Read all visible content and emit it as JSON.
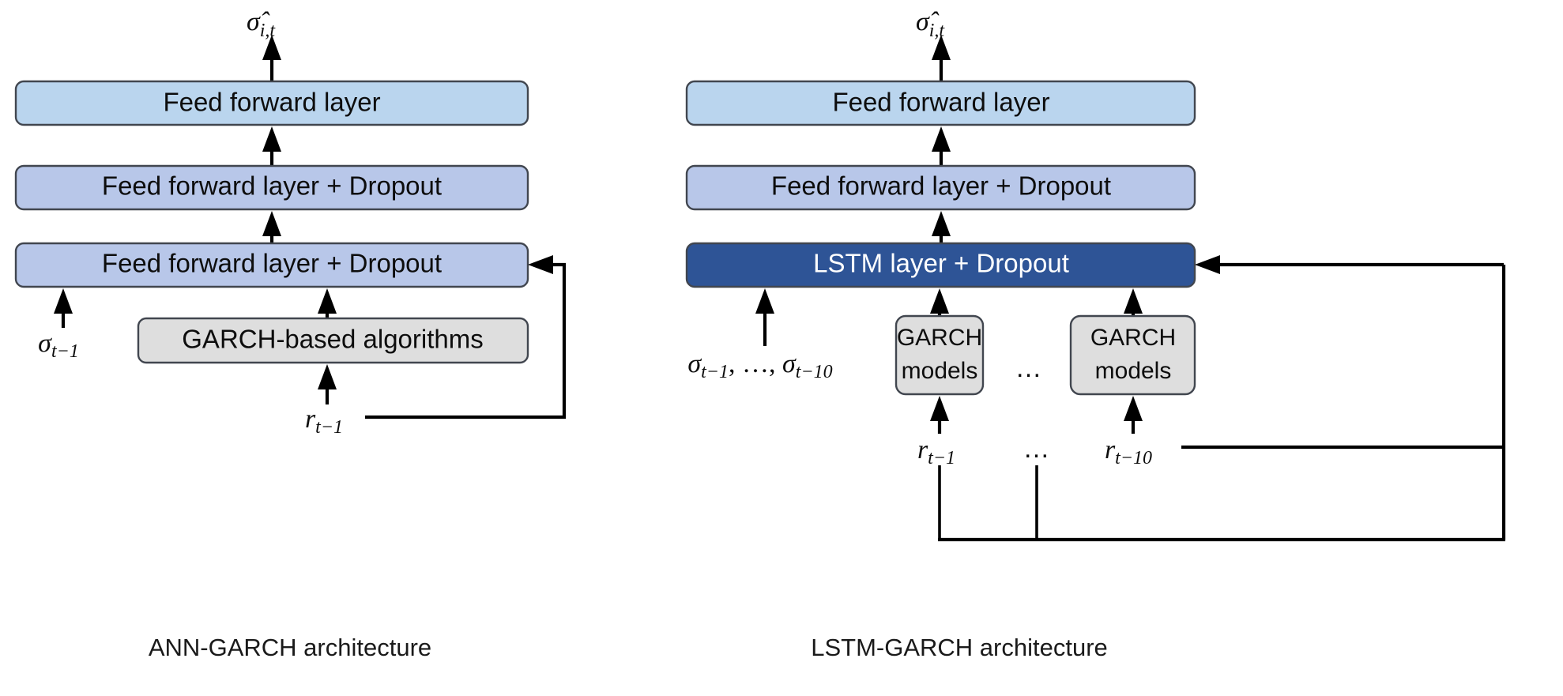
{
  "figure": {
    "background_color": "#ffffff",
    "panels": [
      {
        "id": "ann-garch",
        "caption": "ANN-GARCH architecture",
        "output_label": "σ̂",
        "output_subscript": "i,t",
        "layers": [
          {
            "label": "Feed forward layer",
            "style": "ff-light"
          },
          {
            "label": "Feed forward layer + Dropout",
            "style": "ff-mid"
          },
          {
            "label": "Feed forward layer + Dropout",
            "style": "ff-mid"
          }
        ],
        "model_box": {
          "label": "GARCH-based algorithms",
          "style": "garch-gray"
        },
        "inputs": [
          {
            "symbol": "σ",
            "subscript": "t−1",
            "target": "feed-forward-dropout-lower"
          },
          {
            "symbol": "r",
            "subscript": "t−1",
            "target": "garch-based-algorithms"
          }
        ],
        "feedback": {
          "from": "r_{t-1}",
          "to": "feed-forward-dropout-lower"
        }
      },
      {
        "id": "lstm-garch",
        "caption": "LSTM-GARCH architecture",
        "output_label": "σ̂",
        "output_subscript": "i,t",
        "layers": [
          {
            "label": "Feed forward layer",
            "style": "ff-light"
          },
          {
            "label": "Feed forward layer + Dropout",
            "style": "ff-mid"
          },
          {
            "label": "LSTM layer + Dropout",
            "style": "lstm-dark"
          }
        ],
        "model_boxes": [
          {
            "line1": "GARCH",
            "line2": "models",
            "style": "garch-gray"
          },
          {
            "line1": "GARCH",
            "line2": "models",
            "style": "garch-gray"
          }
        ],
        "model_box_separator": "…",
        "inputs": [
          {
            "symbol": "σ",
            "subscript": "t−1",
            "symbol2": "σ",
            "subscript2": "t−10",
            "separator": "…",
            "target": "lstm-layer"
          },
          {
            "symbol": "r",
            "subscript": "t−1",
            "target": "garch-models-1"
          },
          {
            "symbol": "r",
            "subscript": "t−10",
            "target": "garch-models-2"
          }
        ],
        "input_separator": "…",
        "feedback": {
          "from": "r_{t-1} … r_{t-10}",
          "to": "lstm-layer"
        }
      }
    ],
    "colors": {
      "feed_forward_light": "#bad5ee",
      "feed_forward_mid": "#b8c7e9",
      "lstm_dark": "#2e5496",
      "garch_gray": "#dedede",
      "box_border": "#41464f",
      "connector": "#000000",
      "text_dark": "#0d0d0d",
      "text_light": "#ffffff"
    }
  }
}
